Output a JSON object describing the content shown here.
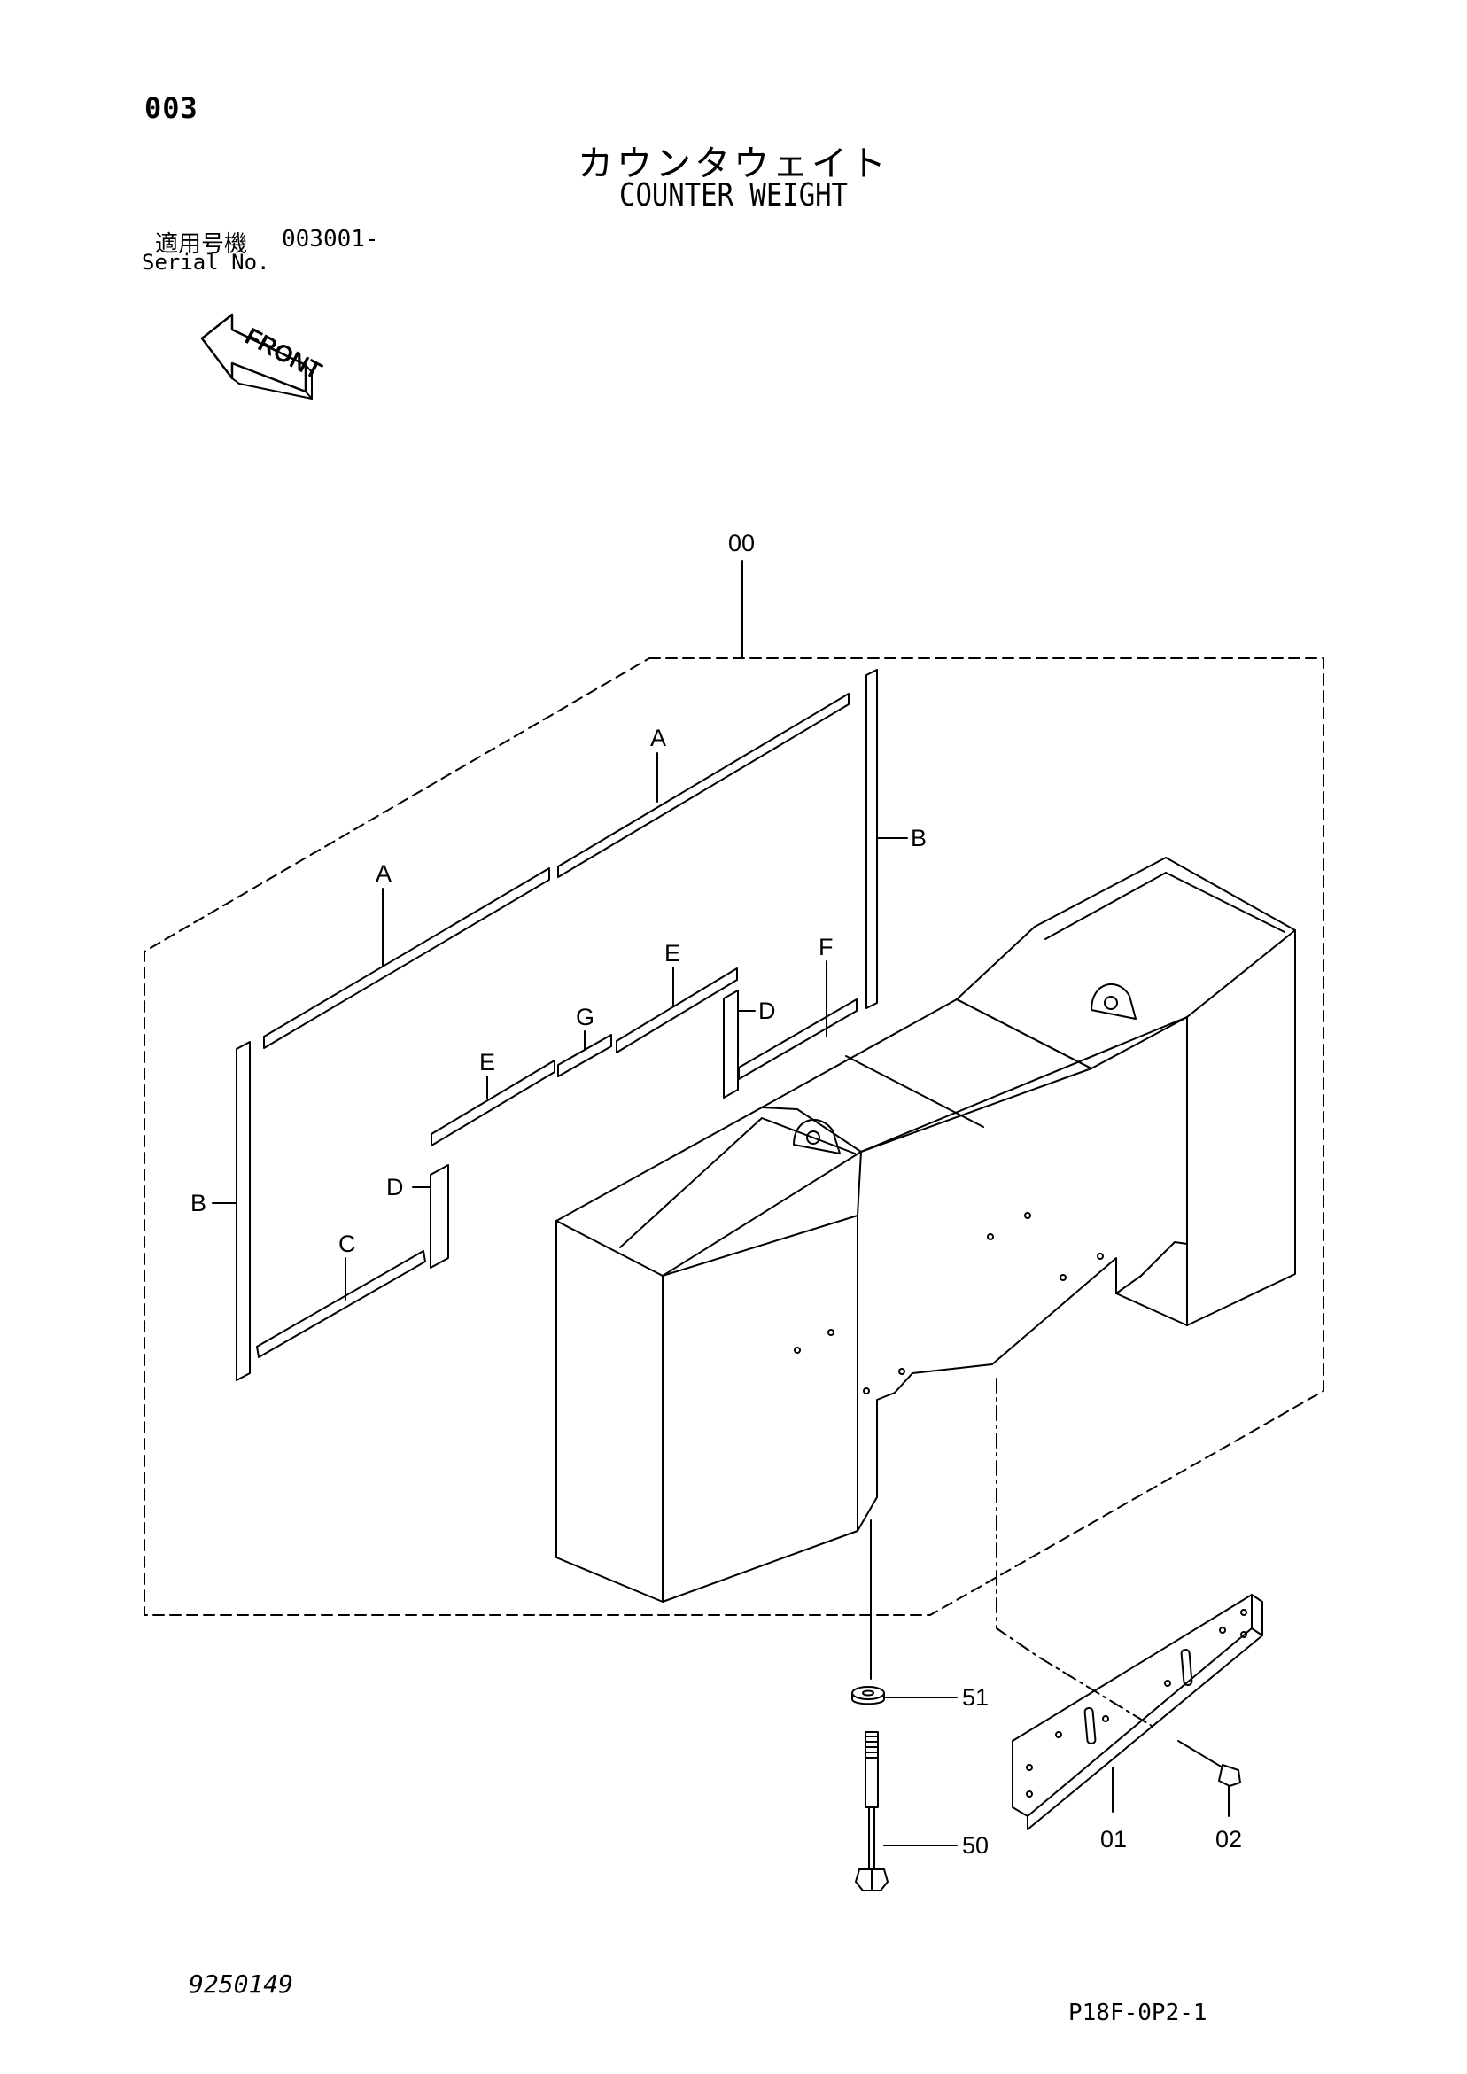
{
  "header": {
    "page_number": "003",
    "title_jp": "カウンタウェイト",
    "title_en": "COUNTER WEIGHT",
    "serial_label_jp": "適用号機",
    "serial_value": "003001-",
    "serial_label_en": "Serial No."
  },
  "front_indicator": "FRONT",
  "callouts": {
    "assembly": "00",
    "part_01": "01",
    "part_02": "02",
    "part_50": "50",
    "part_51": "51",
    "seal_a": "A",
    "seal_b": "B",
    "seal_c": "C",
    "seal_d": "D",
    "seal_e": "E",
    "seal_f": "F",
    "seal_g": "G"
  },
  "footer": {
    "drawing_number": "9250149",
    "page_code": "P18F-0P2-1"
  }
}
